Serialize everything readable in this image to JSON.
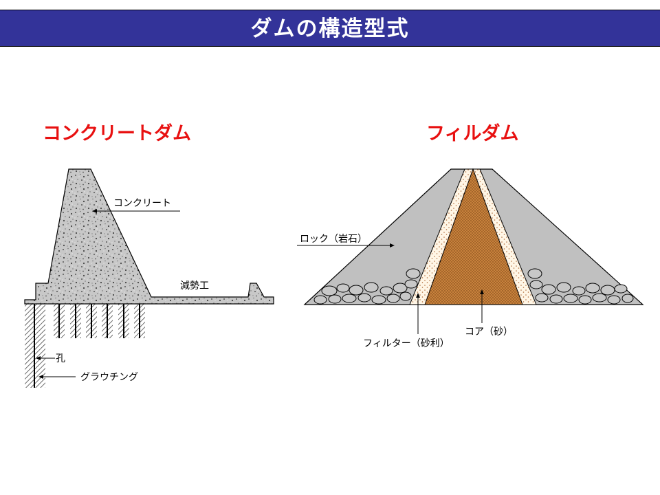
{
  "title": "ダムの構造型式",
  "colors": {
    "title_bar": "#333399",
    "heading": "#e81010",
    "concrete": "#c8c8c8",
    "rock": "#c0c0c0",
    "core": "#c8823c",
    "filter": "#fff4e0"
  },
  "concrete_dam": {
    "heading": "コンクリートダム",
    "labels": {
      "concrete": "コンクリート",
      "apron": "減勢工",
      "hole": "孔",
      "grouting": "グラウチング"
    }
  },
  "fill_dam": {
    "heading": "フィルダム",
    "labels": {
      "rock": "ロック（岩石）",
      "filter": "フィルター（砂利）",
      "core": "コア（砂）"
    }
  }
}
